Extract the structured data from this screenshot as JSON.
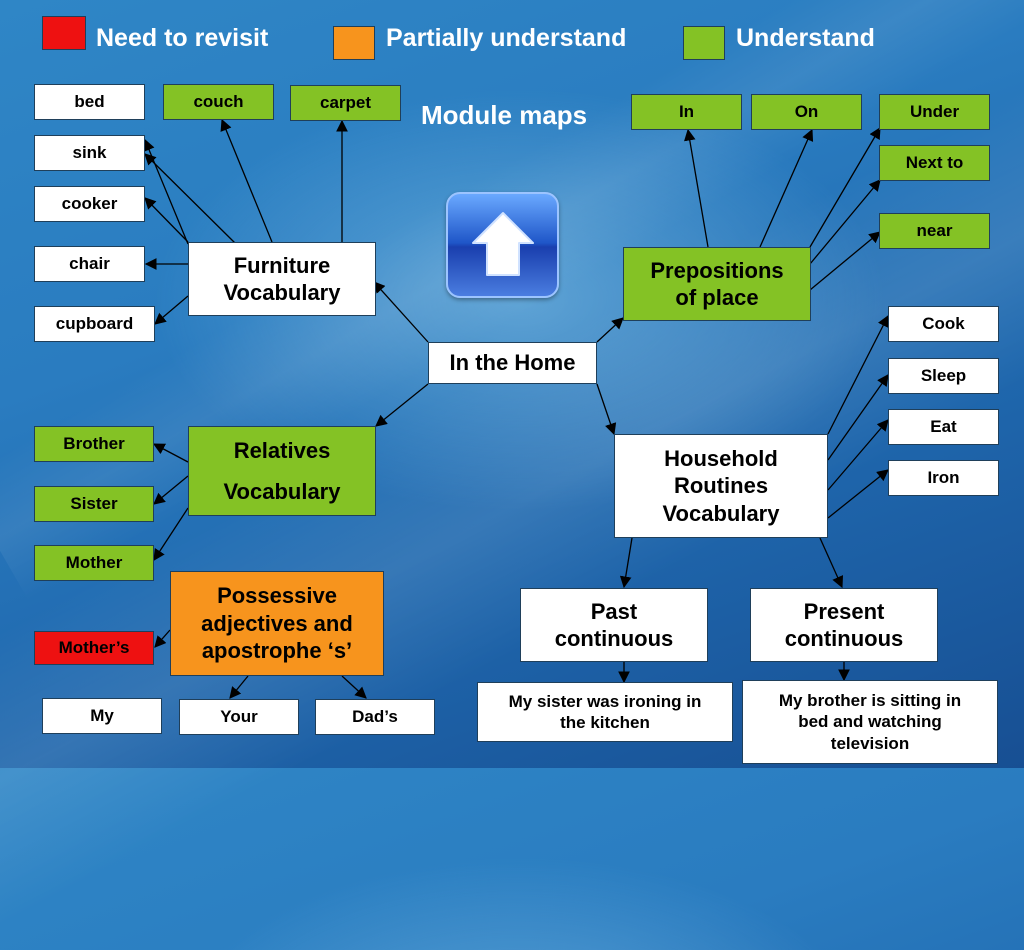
{
  "legend": {
    "revisit": {
      "label": "Need to revisit",
      "color": "#ee1111"
    },
    "partial": {
      "label": "Partially understand",
      "color": "#f7941d"
    },
    "understand": {
      "label": "Understand",
      "color": "#84c225"
    }
  },
  "title": "Module maps",
  "home_button": {
    "icon": "up-arrow-icon"
  },
  "center": "In the Home",
  "furniture": {
    "title_line1": "Furniture",
    "title_line2": "Vocabulary",
    "items": [
      "bed",
      "couch",
      "carpet",
      "sink",
      "cooker",
      "chair",
      "cupboard"
    ]
  },
  "prepositions": {
    "title_line1": "Prepositions",
    "title_line2": "of place",
    "items": [
      "In",
      "On",
      "Under",
      "Next to",
      "near"
    ]
  },
  "relatives": {
    "title_line1": "Relatives",
    "title_line2": "Vocabulary",
    "items": [
      "Brother",
      "Sister",
      "Mother"
    ]
  },
  "possessive": {
    "title_line1": "Possessive",
    "title_line2": "adjectives and",
    "title_line3": "apostrophe ‘s’",
    "items": [
      "Mother’s",
      "My",
      "Your",
      "Dad’s"
    ]
  },
  "routines": {
    "title_line1": "Household",
    "title_line2": "Routines",
    "title_line3": "Vocabulary",
    "items": [
      "Cook",
      "Sleep",
      "Eat",
      "Iron"
    ]
  },
  "past": {
    "title_line1": "Past",
    "title_line2": "continuous",
    "example_line1": "My sister was ironing in",
    "example_line2": "the kitchen"
  },
  "present": {
    "title_line1": "Present",
    "title_line2": "continuous",
    "example_line1": "My brother is sitting in",
    "example_line2": "bed and watching",
    "example_line3": "television"
  }
}
